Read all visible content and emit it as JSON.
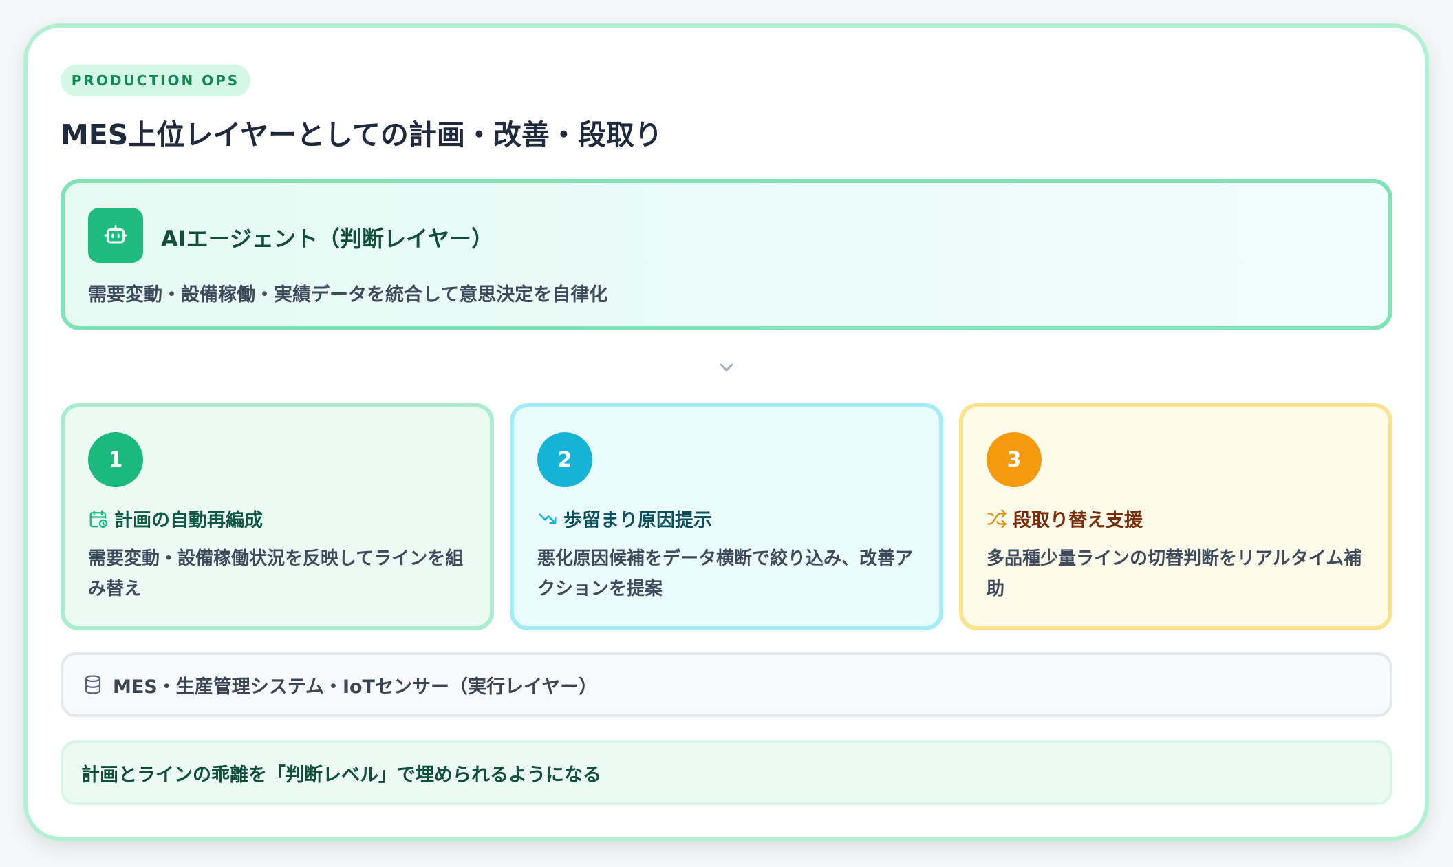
{
  "tag": "PRODUCTION OPS",
  "title": "MES上位レイヤーとしての計画・改善・段取り",
  "agent": {
    "icon": "robot-icon",
    "title": "AIエージェント（判断レイヤー）",
    "description": "需要変動・設備稼働・実績データを統合して意思決定を自律化"
  },
  "connector_icon": "chevron-down-icon",
  "steps": [
    {
      "number": "1",
      "icon": "calendar-clock-icon",
      "title": "計画の自動再編成",
      "description": "需要変動・設備稼働状況を反映してラインを組み替え",
      "color": "#1cb97d"
    },
    {
      "number": "2",
      "icon": "trending-down-icon",
      "title": "歩留まり原因提示",
      "description": "悪化原因候補をデータ横断で絞り込み、改善アクションを提案",
      "color": "#15b4d7"
    },
    {
      "number": "3",
      "icon": "shuffle-icon",
      "title": "段取り替え支援",
      "description": "多品種少量ラインの切替判断をリアルタイム補助",
      "color": "#f59a0c"
    }
  ],
  "execution_layer": {
    "icon": "database-icon",
    "label": "MES・生産管理システム・IoTセンサー（実行レイヤー）"
  },
  "summary": "計画とラインの乖離を「判断レベル」で埋められるようになる"
}
